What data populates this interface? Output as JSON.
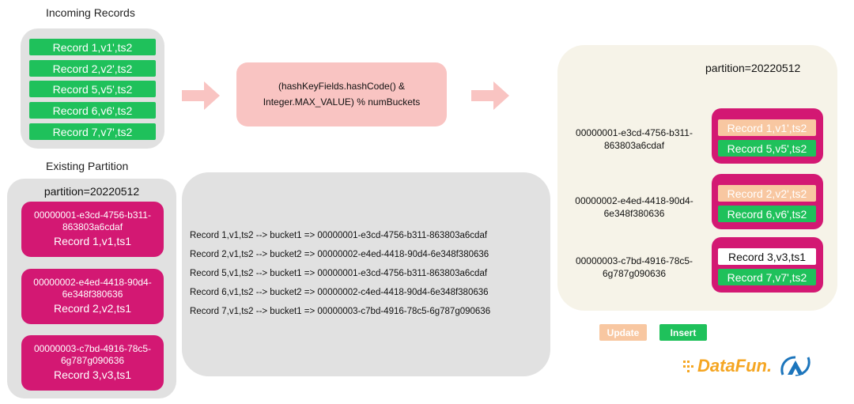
{
  "incoming": {
    "title": "Incoming Records",
    "records": [
      "Record 1,v1',ts2",
      "Record 2,v2',ts2",
      "Record 5,v5',ts2",
      "Record 6,v6',ts2",
      "Record 7,v7',ts2"
    ]
  },
  "hash": {
    "line1": "(hashKeyFields.hashCode() &",
    "line2": "Integer.MAX_VALUE) % numBuckets"
  },
  "existing": {
    "title": "Existing Partition",
    "partition": "partition=20220512",
    "files": [
      {
        "id_line1": "00000001-e3cd-4756-b311-",
        "id_line2": "863803a6cdaf",
        "record": "Record 1,v1,ts1"
      },
      {
        "id_line1": "00000002-e4ed-4418-90d4-",
        "id_line2": "6e348f380636",
        "record": "Record 2,v2,ts1"
      },
      {
        "id_line1": "00000003-c7bd-4916-78c5-",
        "id_line2": "6g787g090636",
        "record": "Record 3,v3,ts1"
      }
    ]
  },
  "mapping": [
    "Record 1,v1,ts2 --> bucket1 => 00000001-e3cd-4756-b311-863803a6cdaf",
    "Record 2,v1,ts2 --> bucket2 => 00000002-e4ed-4418-90d4-6e348f380636",
    "Record 5,v1,ts2 --> bucket1 => 00000001-e3cd-4756-b311-863803a6cdaf",
    "Record 6,v1,ts2 --> bucket2 => 00000002-c4ed-4418-90d4-6e348f380636",
    "Record 7,v1,ts2 --> bucket1 => 00000003-c7bd-4916-78c5-6g787g090636"
  ],
  "result": {
    "partition": "partition=20220512",
    "files": [
      {
        "id_line1": "00000001-e3cd-4756-b311-",
        "id_line2": "863803a6cdaf",
        "top": "Record 1,v1',ts2",
        "bottom": "Record 5,v5',ts2"
      },
      {
        "id_line1": "00000002-e4ed-4418-90d4-",
        "id_line2": "6e348f380636",
        "top": "Record 2,v2',ts2",
        "bottom": "Record 6,v6',ts2"
      },
      {
        "id_line1": "00000003-c7bd-4916-78c5-",
        "id_line2": "6g787g090636",
        "top": "Record 3,v3,ts1",
        "bottom": "Record 7,v7',ts2"
      }
    ]
  },
  "legend": {
    "update": "Update",
    "insert": "Insert"
  },
  "brand": {
    "name": "DataFun."
  },
  "colors": {
    "green": "#1fc15b",
    "magenta": "#d31873",
    "peach": "#f8c7a1",
    "salmon": "#f9c4c2",
    "gray": "#e1e1e1",
    "cream": "#f6f3e8"
  }
}
